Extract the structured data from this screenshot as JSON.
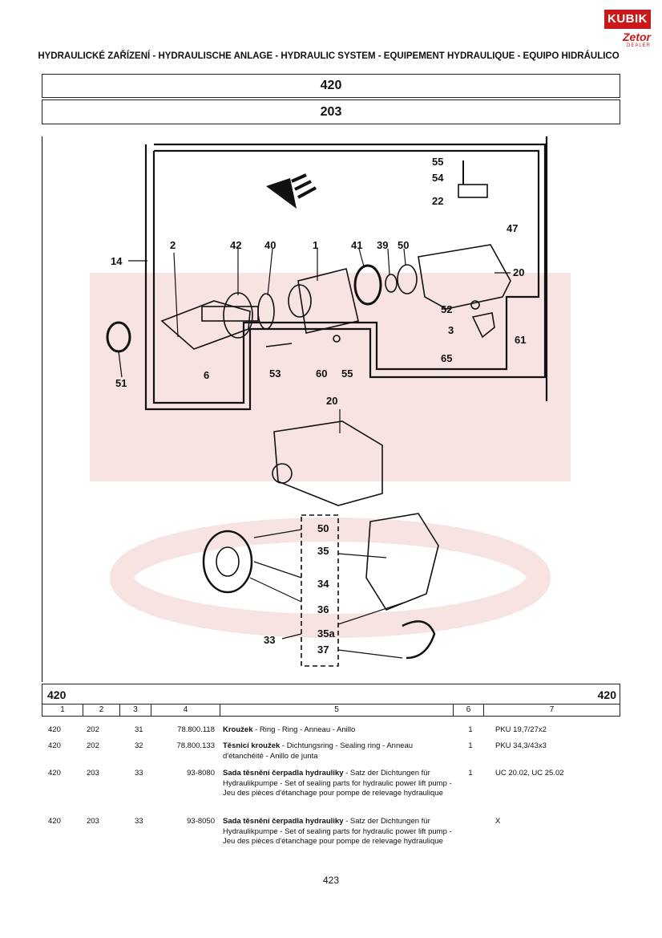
{
  "logo": {
    "brand": "KUBIK",
    "sub": "Zetor",
    "dealer": "DEALER"
  },
  "title": "HYDRAULICKÉ ZAŘÍZENÍ - HYDRAULISCHE ANLAGE - HYDRAULIC SYSTEM - EQUIPEMENT HYDRAULIQUE - EQUIPO HIDRÁULICO",
  "group_code": "420",
  "subgroup_code": "203",
  "diagram_labels": {
    "l55a": "55",
    "l54": "54",
    "l22": "22",
    "l47": "47",
    "l2": "2",
    "l42": "42",
    "l40": "40",
    "l1": "1",
    "l41": "41",
    "l39": "39",
    "l50a": "50",
    "l14": "14",
    "l20a": "20",
    "l52": "52",
    "l3": "3",
    "l61": "61",
    "l65": "65",
    "l51": "51",
    "l6": "6",
    "l53": "53",
    "l60": "60",
    "l55b": "55",
    "l20b": "20",
    "l50b": "50",
    "l35": "35",
    "l34": "34",
    "l36": "36",
    "l33": "33",
    "l35a": "35a",
    "l37": "37"
  },
  "table": {
    "left_code": "420",
    "right_code": "420",
    "headers": [
      "1",
      "2",
      "3",
      "4",
      "5",
      "6",
      "7"
    ],
    "rows": [
      {
        "c1": "420",
        "c2": "202",
        "c3": "31",
        "c4": "78.800.118",
        "name": "Kroužek",
        "desc": " - Ring - Ring - Anneau - Anillo",
        "qty": "1",
        "note": "PKU 19,7/27x2"
      },
      {
        "c1": "420",
        "c2": "202",
        "c3": "32",
        "c4": "78.800.133",
        "name": "Těsnicí kroužek",
        "desc": " - Dichtungsring - Sealing ring - Anneau d'étanchéité - Anillo de junta",
        "qty": "1",
        "note": "PKU 34,3/43x3"
      },
      {
        "c1": "420",
        "c2": "203",
        "c3": "33",
        "c4": "93-8080",
        "name": "Sada těsnění čerpadla hydrauliky",
        "desc": " - Satz der Dichtungen für Hydraulikpumpe - Set of sealing parts for hydraulic power lift pump - Jeu des pièces d'étanchage pour pompe de relevage hydraulique",
        "qty": "1",
        "note": "UC 20.02, UC 25.02"
      },
      {
        "c1": "420",
        "c2": "203",
        "c3": "33",
        "c4": "93-8050",
        "name": "Sada těsnění čerpadla hydrauliky",
        "desc": " - Satz der Dichtungen für Hydraulikpumpe - Set of sealing parts for hydraulic power lift pump - Jeu des pièces d'étanchage pour pompe de relevage hydraulique",
        "qty": "",
        "note": "X"
      }
    ]
  },
  "page_number": "423"
}
